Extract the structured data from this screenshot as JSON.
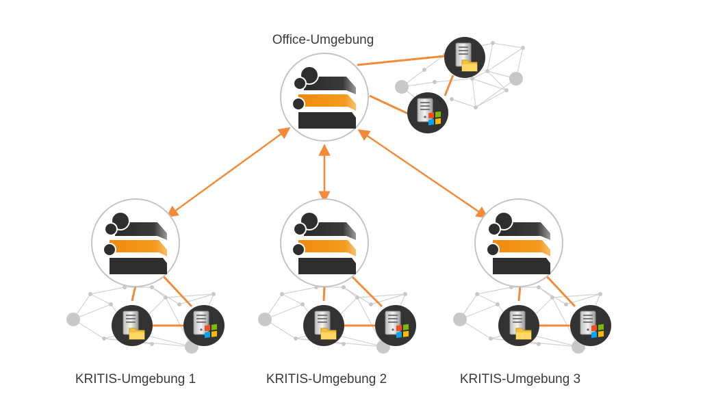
{
  "labels": {
    "office": "Office-Umgebung",
    "kritis1": "KRITIS-Umgebung 1",
    "kritis2": "KRITIS-Umgebung 2",
    "kritis3": "KRITIS-Umgebung 3"
  },
  "colors": {
    "accent_orange": "#f28a3a",
    "hub_orange": "#f39a1c",
    "dark": "#333333",
    "mesh_line": "#d2d2d2",
    "mesh_node": "#c8c8c8",
    "circle_border": "#c4c4c4",
    "text": "#3a3a3a"
  },
  "icons": {
    "hub": "platform-stack-icon",
    "file_server": "file-server-icon",
    "windows_server": "windows-server-icon"
  }
}
